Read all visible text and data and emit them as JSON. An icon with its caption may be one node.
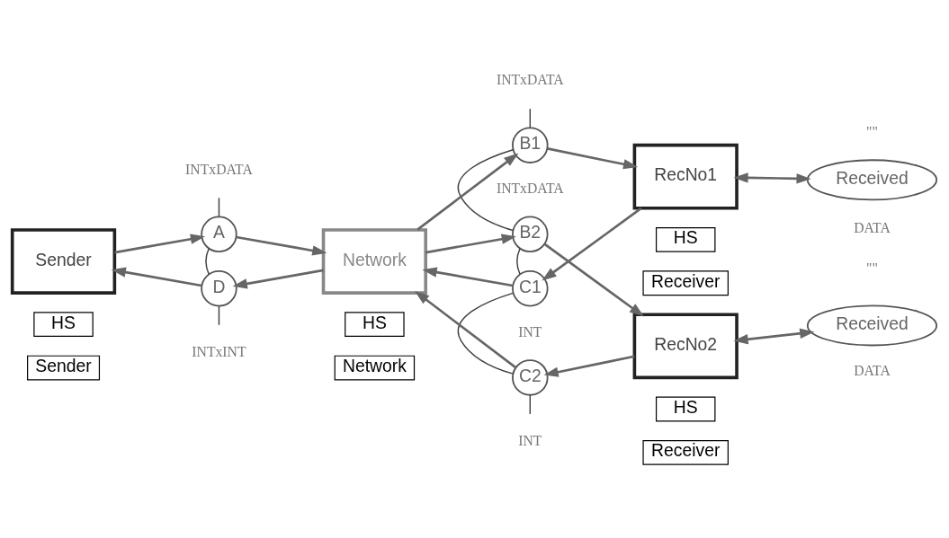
{
  "diagram": {
    "nodes": [
      {
        "text": [
          "A"
        ],
        "beside": [
          "INTxDATA"
        ]
      },
      {
        "text": [
          "B1"
        ],
        "beside": [
          "INTxDATA"
        ]
      },
      {
        "text": [
          "RecNo1"
        ]
      },
      {
        "text": [
          "Received"
        ],
        "beside": [
          "\"\"",
          "DATA"
        ]
      },
      {
        "text": [
          "B2"
        ],
        "beside": [
          "INTxDATA"
        ]
      },
      {
        "text": [
          "Sender"
        ]
      },
      {
        "text": [
          "Network"
        ]
      },
      {
        "text": [
          "HS"
        ]
      },
      {
        "text": [
          "Receiver"
        ]
      },
      {
        "text": [
          "C1"
        ],
        "beside": [
          "INT"
        ]
      },
      {
        "text": [
          "HS"
        ]
      },
      {
        "text": [
          "Sender"
        ]
      },
      {
        "text": [
          "HS"
        ]
      },
      {
        "text": [
          "Network"
        ]
      },
      {
        "text": [
          "RecNo2"
        ]
      },
      {
        "text": [
          "Received"
        ],
        "beside": [
          "\"\"",
          "DATA"
        ]
      },
      {
        "text": [
          "D"
        ],
        "beside": [
          "INTxINT"
        ]
      },
      {
        "text": [
          "HS"
        ]
      },
      {
        "text": [
          "Receiver"
        ]
      },
      {
        "text": [
          "C2"
        ],
        "beside": [
          "INT"
        ]
      }
    ],
    "edges": [
      {
        "from": 5,
        "to": 0,
        "arrow": "to"
      },
      {
        "from": 16,
        "to": 5,
        "arrow": "to"
      },
      {
        "from": 0,
        "to": 6,
        "arrow": "to"
      },
      {
        "from": 6,
        "to": 16,
        "arrow": "to"
      },
      {
        "from": 6,
        "to": 1,
        "arrow": "to"
      },
      {
        "from": 6,
        "to": 4,
        "arrow": "to"
      },
      {
        "from": 9,
        "to": 6,
        "arrow": "to"
      },
      {
        "from": 19,
        "to": 6,
        "arrow": "to"
      },
      {
        "from": 1,
        "to": 2,
        "arrow": "to"
      },
      {
        "from": 2,
        "to": 9,
        "arrow": "to"
      },
      {
        "from": 4,
        "to": 14,
        "arrow": "to"
      },
      {
        "from": 14,
        "to": 19,
        "arrow": "to"
      },
      {
        "from": 2,
        "to": 3,
        "arrow": "both"
      },
      {
        "from": 14,
        "to": 15,
        "arrow": "both"
      },
      {
        "from": null,
        "to": 0,
        "arrow": "none",
        "color": "#404040"
      },
      {
        "from": 0,
        "to": 16,
        "arrow": "none",
        "color": "#404040"
      },
      {
        "from": 16,
        "to": null,
        "arrow": "none",
        "color": "#404040"
      },
      {
        "from": null,
        "to": 1,
        "arrow": "none",
        "color": "#404040"
      },
      {
        "from": 1,
        "to": 4,
        "arrow": "none",
        "color": "#404040"
      },
      {
        "from": 4,
        "to": 9,
        "arrow": "none",
        "color": "#404040"
      },
      {
        "from": 9,
        "to": 19,
        "arrow": "none",
        "color": "#404040"
      },
      {
        "from": 19,
        "to": null,
        "arrow": "none",
        "color": "#404040"
      }
    ]
  }
}
